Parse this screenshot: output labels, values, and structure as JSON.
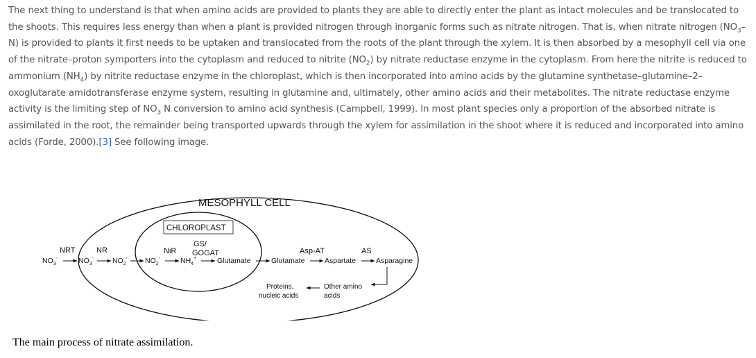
{
  "paragraph": {
    "part1": "The next thing to understand is that when amino acids are provided to plants they are able to directly enter the plant as intact molecules and be translocated to the shoots. This requires less energy than when a plant is provided nitrogen through inorganic forms such as nitrate nitrogen. That is, when nitrate nitrogen (NO",
    "sub1": "3",
    "part2": "–N) is provided to plants it first needs to be uptaken and translocated from the roots of the plant through the xylem. It is then absorbed by a mesophyll cell via one of the nitrate–proton symporters into the cytoplasm and reduced to nitrite (NO",
    "sub2": "2",
    "part3": ") by nitrate reductase enzyme in the cytoplasm. From here the nitrite is reduced to ammonium (NH",
    "sub3": "4",
    "part4": ") by nitrite reductase enzyme in the chloroplast, which is then incorporated into amino acids by the glutamine synthetase–glutamine–2–oxoglutarate amidotransferase enzyme system, resulting in glutamine and, ultimately, other amino acids and their metabolites. The nitrate reductase enzyme activity is the limiting step of NO",
    "sub4": "3",
    "part5": " N conversion to amino acid synthesis (Campbell, 1999). In most plant species only a proportion of the absorbed nitrate is assimilated in the root, the remainder being transported upwards through the xylem for assimilation in the shoot where it is reduced and incorporated into amino acids (Forde, 2000).",
    "ref_link": "[3]",
    "part6": " See following image."
  },
  "diagram": {
    "mesophyll_cell": "MESOPHYLL CELL",
    "chloroplast": "CHLOROPLAST",
    "nrt": "NRT",
    "nr": "NR",
    "nir": "NiR",
    "gs": "GS/",
    "gogat": "GOGAT",
    "asp_at": "Asp-AT",
    "as": "AS",
    "no3": "NO",
    "no3_sub": "3",
    "no3_sup": "-",
    "no2": "NO",
    "no2_sub": "2",
    "no2_sup": "-",
    "nh4": "NH",
    "nh4_sub": "4",
    "nh4_sup": "+",
    "glutamate": "Glutamate",
    "aspartate": "Aspartate",
    "asparagine": "Asparagine",
    "proteins": "Proteins,",
    "nucleic_acids": "nucleic acids",
    "other_amino": "Other amino",
    "acids": "acids"
  },
  "caption": "The main process of nitrate assimilation."
}
